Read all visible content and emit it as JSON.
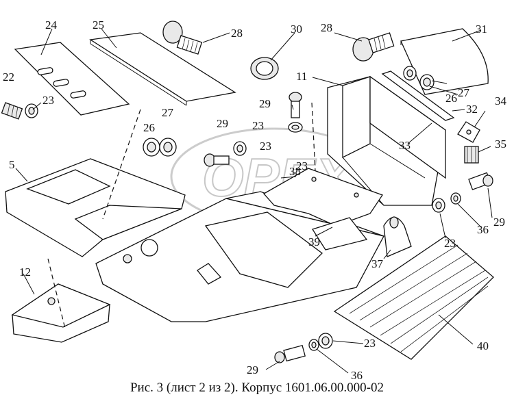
{
  "caption": "Рис. 3 (лист 2 из 2). Корпус 1601.06.00.000-02",
  "watermark": "OPEX",
  "callouts": [
    "24",
    "25",
    "28",
    "30",
    "28",
    "31",
    "22",
    "23",
    "11",
    "29",
    "26",
    "27",
    "34",
    "27",
    "23",
    "26",
    "32",
    "29",
    "23",
    "33",
    "35",
    "5",
    "23",
    "38",
    "36",
    "29",
    "39",
    "12",
    "37",
    "23",
    "40",
    "23",
    "29",
    "36"
  ],
  "colors": {
    "line": "#111111",
    "watermark": "#9a9a9a",
    "background": "#ffffff"
  }
}
